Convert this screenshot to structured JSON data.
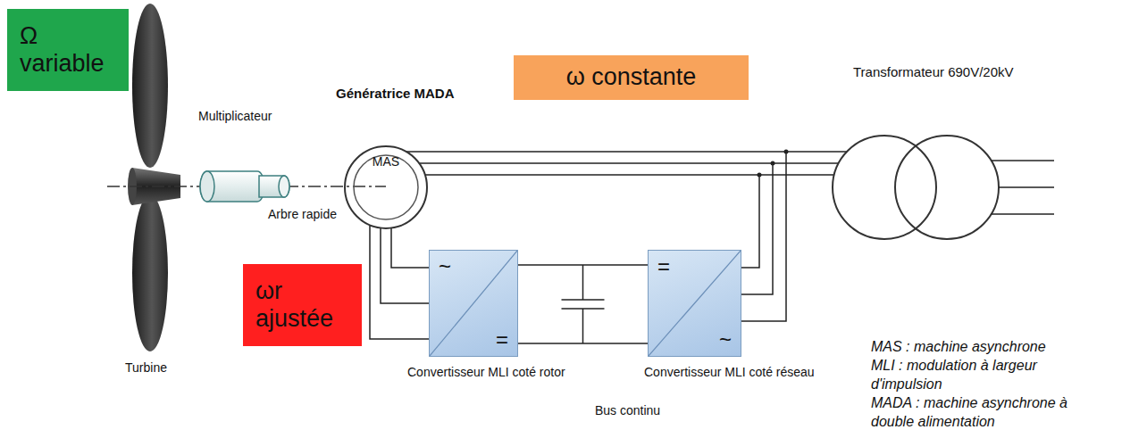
{
  "diagram": {
    "nodes": [
      {
        "text": [
          "Ω",
          "variable"
        ]
      },
      {
        "text": [
          "ω constante"
        ]
      },
      {
        "text": [
          "Génératrice MADA",
          "MAS"
        ]
      },
      {
        "text": [
          "Transformateur 690V/20kV"
        ]
      },
      {
        "text": [
          "ωr",
          "ajustée"
        ]
      },
      {
        "text": [
          "~",
          "=",
          "Convertisseur MLI coté rotor"
        ]
      },
      {
        "text": [
          "=",
          "~",
          "Convertisseur MLI coté réseau"
        ]
      }
    ],
    "edges": [
      {
        "from": 2,
        "to": 3,
        "arrow": "none"
      },
      {
        "from": 2,
        "to": 5,
        "arrow": "none"
      },
      {
        "from": 5,
        "to": 6,
        "arrow": "none"
      },
      {
        "from": 6,
        "to": 3,
        "arrow": "none"
      }
    ],
    "labels": [
      "Multiplicateur",
      "Arbre rapide",
      "Turbine",
      "Bus continu",
      "MAS : machine asynchrone",
      "MLI : modulation à largeur d'impulsion",
      "MADA : machine asynchrone à double alimentation"
    ]
  }
}
